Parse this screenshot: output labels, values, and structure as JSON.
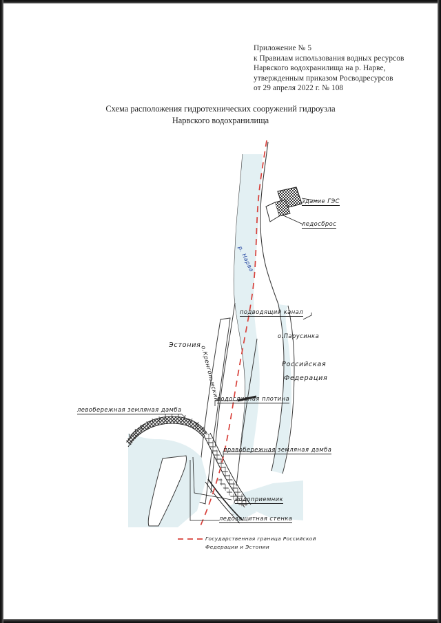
{
  "document": {
    "header_lines": [
      "Приложение № 5",
      "к Правилам использования водных ресурсов",
      "Нарвского водохранилища на р. Нарве,",
      "утвержденным приказом Росводресурсов",
      "от 29 апреля 2022 г. № 108"
    ],
    "title_line1": "Схема расположения гидротехнических сооружений гидроузла",
    "title_line2": "Нарвского водохранилища"
  },
  "map": {
    "labels": {
      "ges_building": "здание ГЭС",
      "ice_discharge": "ледосброс",
      "supply_channel": "подводящий канал",
      "parusinka_island": "о.Парусинка",
      "krengolm_island": "о.Кренгольмский",
      "estonia": "Эстония",
      "russia_line1": "Российская",
      "russia_line2": "Федерация",
      "left_bank_dam": "левобережная земляная дамба",
      "spillway_dam": "водосливная плотина",
      "right_bank_dam": "правобережная земляная дамба",
      "water_intake": "водоприемник",
      "ice_wall": "ледозащитная стенка",
      "river_narva": "р. Нарва"
    },
    "legend": {
      "line1": "Государственная граница Российской",
      "line2": "Федерации и Эстонии"
    },
    "colors": {
      "border_line": "#d8403a",
      "water_fill": "#e2eff2",
      "ink": "#1c1c1c",
      "river_text": "#1d3f9e"
    }
  }
}
